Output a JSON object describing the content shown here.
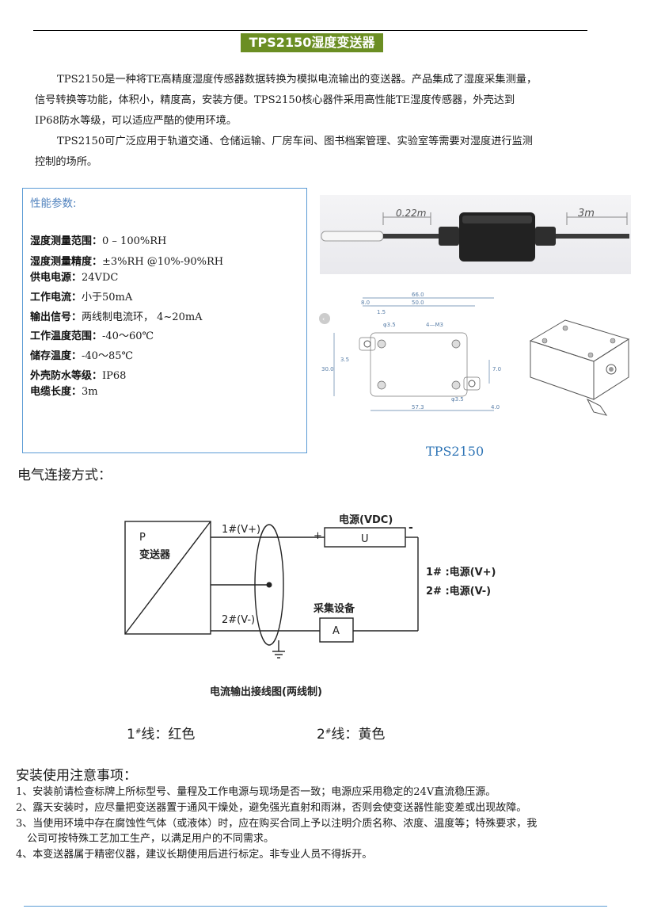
{
  "title": "TPS2150湿度变送器",
  "intro": [
    "TPS2150是一种将TE高精度湿度传感器数据转换为模拟电流输出的变送器。产品集成了湿度采集测量，",
    "信号转换等功能，体积小，精度高，安装方便。TPS2150核心器件采用高性能TE湿度传感器，外壳达到",
    "IP68防水等级，可以适应严酷的使用环境。",
    "TPS2150可广泛应用于轨道交通、仓储运输、厂房车间、图书档案管理、实验室等需要对湿度进行监测",
    "控制的场所。"
  ],
  "specs": {
    "heading": "性能参数:",
    "items": [
      {
        "label": "湿度测量范围：",
        "value": "0  –  100%RH"
      },
      {
        "label": "湿度测量精度：",
        "value": "±3%RH @10%-90%RH"
      },
      {
        "label": "供电电源：",
        "value": "24VDC"
      },
      {
        "label": "工作电流：",
        "value": "小于50mA"
      },
      {
        "label": "输出信号：",
        "value": "两线制电流环，  4~20mA"
      },
      {
        "label": "工作温度范围：",
        "value": "-40～60℃"
      },
      {
        "label": "储存温度：",
        "value": "-40～85℃"
      },
      {
        "label": "外壳防水等级：",
        "value": "IP68"
      },
      {
        "label": "电缆长度：",
        "value": "3m"
      }
    ]
  },
  "photo": {
    "cable_short": "0.22m",
    "cable_long": "3m"
  },
  "drawing": {
    "dim_66": "66.0",
    "dim_8": "8.0",
    "dim_50": "50.0",
    "dim_15": "1.5",
    "hole": "φ3.5",
    "screws": "4—M3",
    "dim_30": "30.0",
    "dim_35": "3.5",
    "dim_7": "7.0",
    "dim_573": "57.3",
    "dim_4": "4.0",
    "hole2": "φ3.5"
  },
  "model_caption": "TPS2150",
  "wiring_heading": "电气连接方式：",
  "wiring": {
    "device_p": "P",
    "device_name": "变送器",
    "line1": "1#(V+)",
    "line2": "2#(V-)",
    "power_label": "电源(VDC)",
    "power_box": "U",
    "plus": "+",
    "minus": "-",
    "legend1": "1# :电源(V+)",
    "legend2": "2# :电源(V-)",
    "collector_label": "采集设备",
    "collector_box": "A",
    "caption": "电流输出接线图(两线制)"
  },
  "wire_colors": [
    {
      "num": "1",
      "sup": "#",
      "text": "线：红色"
    },
    {
      "num": "2",
      "sup": "#",
      "text": "线：黄色"
    }
  ],
  "notes_heading": "安装使用注意事项：",
  "notes": [
    "1、安装前请检查标牌上所标型号、量程及工作电源与现场是否一致；电源应采用稳定的24V直流稳压源。",
    "2、露天安装时，应尽量把变送器置于通风干燥处，避免强光直射和雨淋，否则会使变送器性能变差或出现故障。",
    "3、当使用环境中存在腐蚀性气体（或液体）时，应在购买合同上予以注明介质名称、浓度、温度等；特殊要求，我",
    "   公司可按特殊工艺加工生产，以满足用户的不同需求。",
    "4、本变送器属于精密仪器，建议长期使用后进行标定。非专业人员不得拆开。"
  ]
}
